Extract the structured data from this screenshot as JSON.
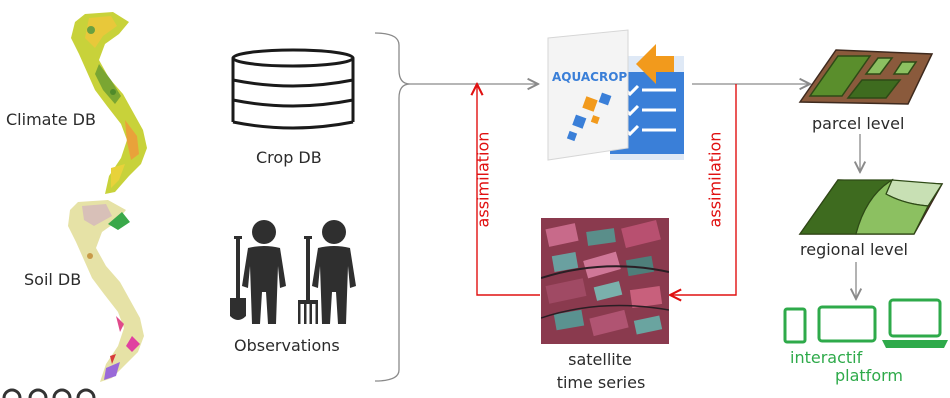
{
  "labels": {
    "climate_db": "Climate DB",
    "soil_db": "Soil DB",
    "crop_db": "Crop DB",
    "observations": "Observations",
    "assimilation_left": "assimilation",
    "assimilation_right": "assimilation",
    "parcel_level": "parcel level",
    "regional_level": "regional level",
    "satellite_line1": "satellite",
    "satellite_line2": "time series",
    "interactif": "interactif",
    "platform": "platform",
    "aquacrop_logo": "AQUACROP"
  },
  "colors": {
    "arrow": "#8a8a8a",
    "assimilation": "#e01010",
    "platform_text": "#2eaa4a",
    "field_dark": "#3e6b1f",
    "field_mid": "#5a8e2c",
    "field_light": "#8cc061",
    "brown": "#8a5a3c",
    "aquacrop_blue": "#3a7fd8",
    "aquacrop_orange": "#f29a1c"
  },
  "icons": [
    "database-icon",
    "farmer-shovel-icon",
    "farmer-pitchfork-icon",
    "phone-icon",
    "tablet-icon",
    "laptop-icon"
  ]
}
